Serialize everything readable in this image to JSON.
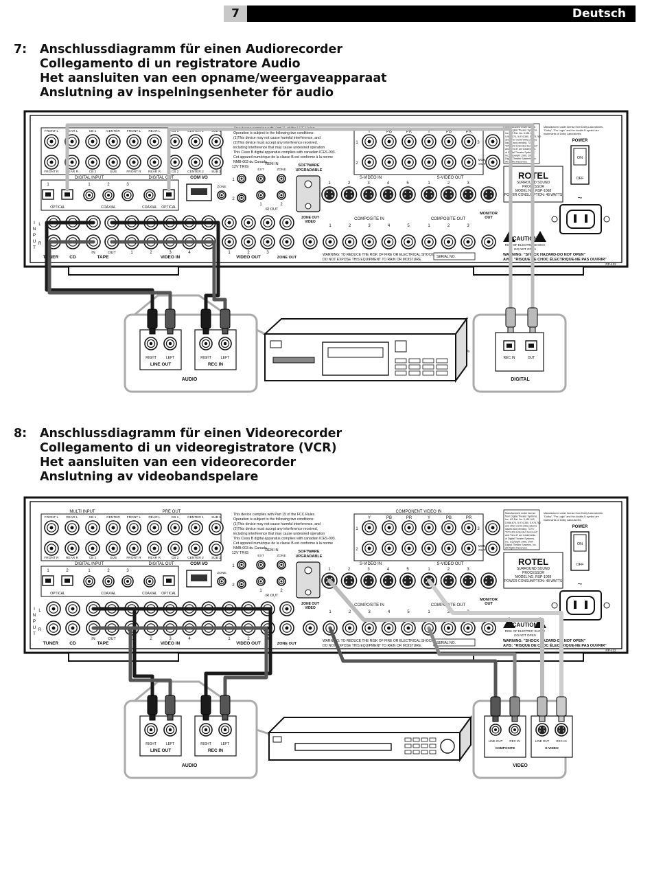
{
  "header": {
    "page_number": "7",
    "language": "Deutsch"
  },
  "sections": [
    {
      "number": "7:",
      "lines": [
        "Anschlussdiagramm für einen Audiorecorder",
        "Collegamento di un registratore Audio",
        "Het aansluiten van een opname/weergaveapparaat",
        "Anslutning av inspelningsenheter för audio"
      ],
      "left_box": {
        "caption": "AUDIO",
        "group1": "LINE OUT",
        "group2": "REC IN"
      },
      "right_box": {
        "caption": "DIGITAL",
        "port1": "REC IN",
        "port2": "OUT"
      }
    },
    {
      "number": "8:",
      "lines": [
        "Anschlussdiagramm für einen Videorecorder",
        "Collegamento di un videoregistratore (VCR)",
        "Het aansluiten van een videorecorder",
        "Anslutning av videobandspelare"
      ],
      "left_box": {
        "caption": "AUDIO",
        "group1": "LINE OUT",
        "group2": "REC IN"
      },
      "right_box": {
        "caption": "VIDEO",
        "sub1": "COMPOSITE",
        "sub2": "S-VIDEO",
        "port1": "LINE OUT",
        "port2": "REC IN"
      }
    }
  ],
  "panel": {
    "multi_input": "MULTI INPUT",
    "pre_out": "PRE OUT",
    "ch_top": [
      "FRONT L",
      "REAR L",
      "CB 1",
      "CENTER",
      "FRONT L",
      "REAR L",
      "CB 1",
      "CENTER 1",
      "SUB 1"
    ],
    "ch_bottom": [
      "FRONT R",
      "REAR R",
      "CB 2",
      "SUB",
      "FRONT R",
      "REAR R",
      "CB 2",
      "CENTER 2",
      "SUB 2"
    ],
    "fcc": [
      "This device complies with Part 15 of the FCC Rules.",
      "Operation is subject to the following two conditions:",
      "(1)This device may not cause harmful interference, and",
      "(2)This device must accept any interference received,",
      "including interference that may cause undesired operation",
      "This Class B digital apparatus complies with canadian ICES-003.",
      "Cet appareil numérique de la classe B est conforme à la norme",
      "NMB-003 du Canada."
    ],
    "component_video_in": "COMPONENT VIDEO IN",
    "comp_labels": [
      "Y",
      "PB",
      "PR",
      "Y",
      "PB",
      "PR"
    ],
    "mon_out": "MON OUT",
    "license1": [
      "Manufactured under license",
      "from Digital Theater Systems,",
      "Inc. US Pat. No. 5,451,942,",
      "5,956,674, 5,974,380, 5,978,762",
      "and other world-wide patents",
      "issued and pending. \"DTS\",",
      "\"DTS-ES Extended Surround\"",
      "and \"Neo:6\" are trademarks",
      "of Digital Theater Systems,",
      "Inc. Copyright 1996, 2000",
      "Digital Theater Systems, Inc.",
      "All Rights Reserved."
    ],
    "license2": [
      "Manufactured under license from Dolby Laboratories.",
      "\"Dolby\", \"Pro Logic\" and the double-D symbol are",
      "trademarks of Dolby Laboratories."
    ],
    "power": "POWER",
    "power_on": "ON",
    "power_off": "OFF",
    "brand": "ROTEL",
    "product": [
      "SURROUND SOUND",
      "PROCESSOR",
      "MODEL NO. RSP-1068",
      "POWER CONSUMPTION: 48 WATTS"
    ],
    "digital_input": "DIGITAL INPUT",
    "digital_out": "DIGITAL OUT",
    "optical": "OPTICAL",
    "coaxial": "COAXIAL",
    "com_io": "COM I/O",
    "trig": "12V TRIG",
    "rem_in": "REM IN",
    "ext": "EXT",
    "zone": "ZONE",
    "ir_out": "IR OUT",
    "software": [
      "SOFTWARE",
      "UPGRADABLE"
    ],
    "s_video_in": "S-VIDEO IN",
    "s_video_out": "S-VIDEO OUT",
    "zone_out_video": [
      "ZONE OUT",
      "VIDEO"
    ],
    "composite_in": "COMPOSITE IN",
    "composite_out": "COMPOSITE OUT",
    "monitor_out": [
      "MONITOR",
      "OUT"
    ],
    "caution": "CAUTION",
    "risk": [
      "RISK OF ELECTRIC SHOCK",
      "DO NOT OPEN"
    ],
    "warning_en": "WARNING: \"SHOCK HAZARD-DO NOT OPEN\"",
    "warning_fr": "AVIS: \"RISQUE DE CHOC ÉLECTRIQUE-NE PAS OUVRIR\"",
    "input": "INPUT",
    "bottom_labels": [
      "TUNER",
      "CD",
      "TAPE",
      "VIDEO IN",
      "VIDEO OUT",
      "ZONE OUT"
    ],
    "tape_sub": [
      "IN",
      "OUT"
    ],
    "warning_bottom": [
      "WARNING: TO REDUCE THE RISK OF FIRE OR ELECTRICAL SHOCK,",
      "DO NOT EXPOSE THIS EQUIPMENT TO RAIN OR MOISTURE."
    ],
    "serial": "SERIAL NO.",
    "model_code": "RP-422",
    "device_port_right": "RIGHT",
    "device_port_left": "LEFT"
  }
}
